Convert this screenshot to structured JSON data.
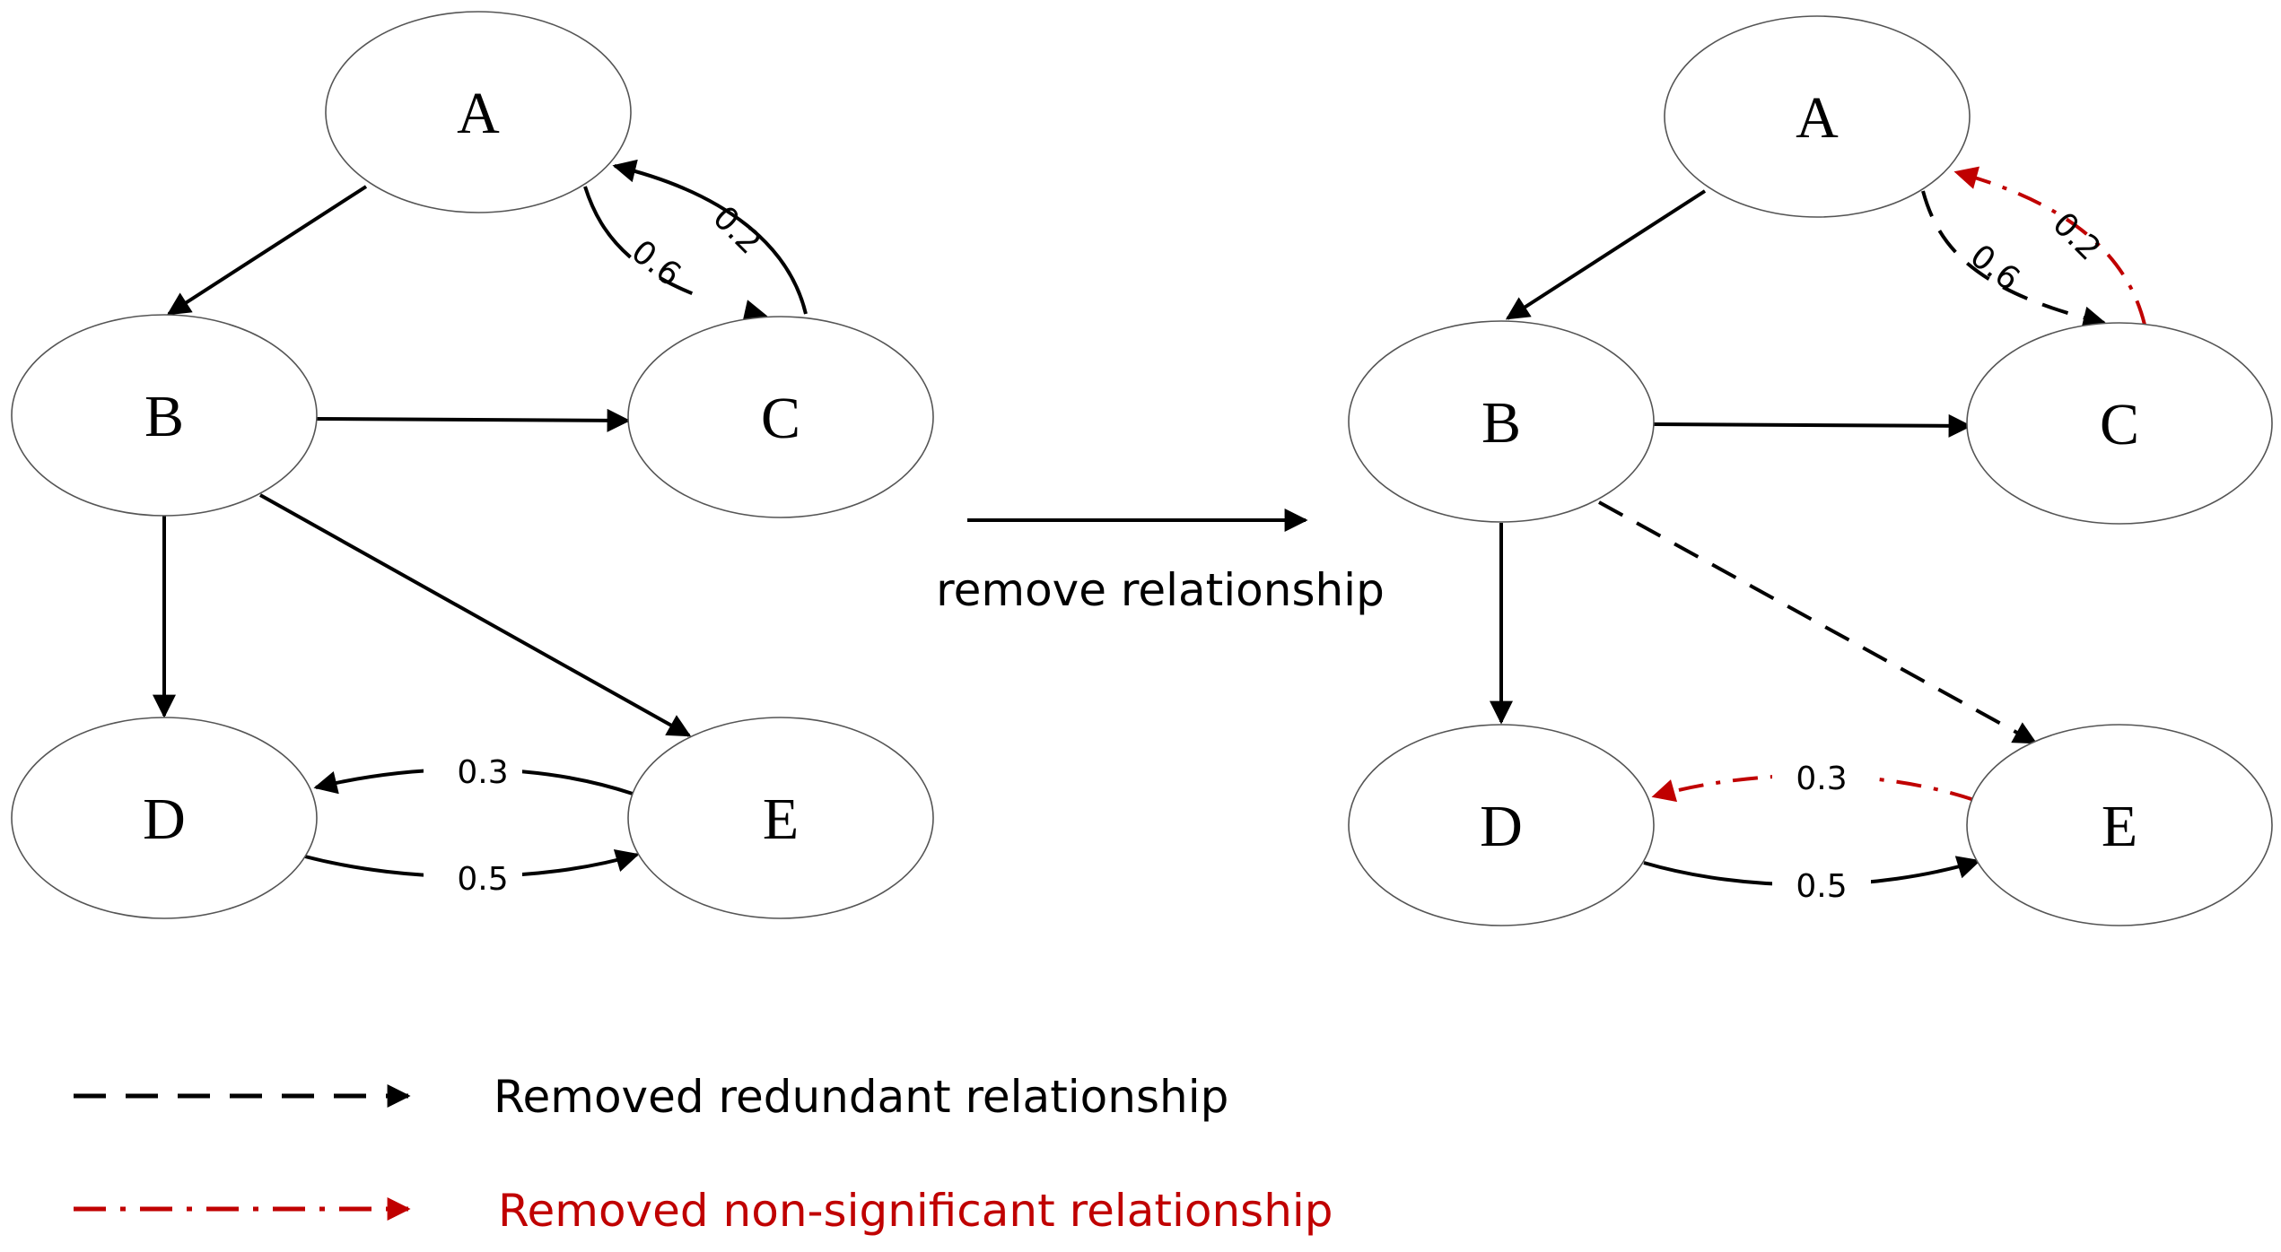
{
  "colors": {
    "normal_edge": "#000000",
    "non_significant": "#c00000",
    "node_stroke": "#555555"
  },
  "left_graph": {
    "nodes": {
      "A": "A",
      "B": "B",
      "C": "C",
      "D": "D",
      "E": "E"
    },
    "weights": {
      "A_to_C": "0.6",
      "C_to_A": "0.2",
      "E_to_D": "0.3",
      "D_to_E": "0.5"
    }
  },
  "right_graph": {
    "nodes": {
      "A": "A",
      "B": "B",
      "C": "C",
      "D": "D",
      "E": "E"
    },
    "weights": {
      "A_to_C": "0.6",
      "C_to_A": "0.2",
      "E_to_D": "0.3",
      "D_to_E": "0.5"
    }
  },
  "process_label": "remove  relationship",
  "legend": {
    "redundant": "Removed redundant relationship",
    "non_significant": "Removed non-significant relationship"
  }
}
